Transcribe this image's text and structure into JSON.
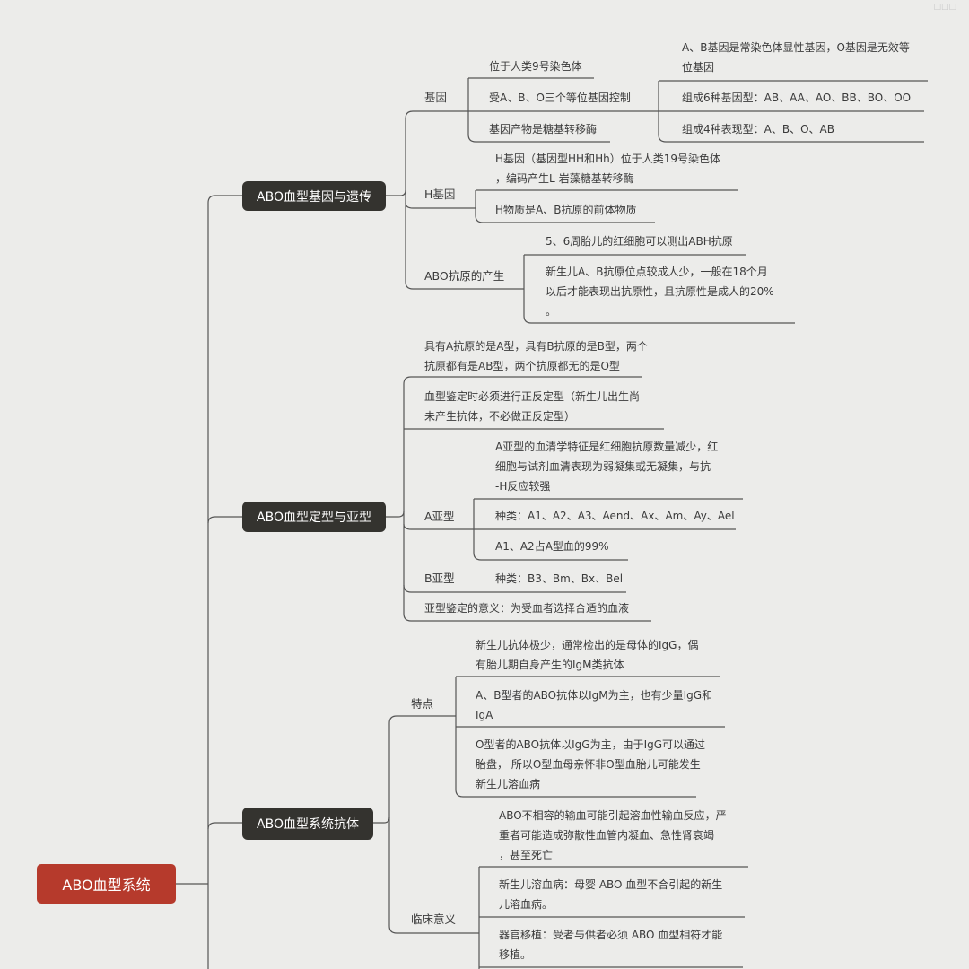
{
  "watermark": "□□□",
  "root": {
    "label": "ABO血型系统"
  },
  "branches": {
    "genetics": {
      "label": "ABO血型基因与遗传",
      "gene": {
        "label": "基因",
        "items": [
          "位于人类9号染色体",
          "受A、B、O三个等位基因控制",
          "基因产物是糖基转移酶"
        ],
        "sub": [
          "A、B基因是常染色体显性基因，O基因是无效等\n位基因",
          "组成6种基因型：AB、AA、AO、BB、BO、OO",
          "组成4种表现型：A、B、O、AB"
        ]
      },
      "h_gene": {
        "label": "H基因",
        "items": [
          "H基因（基因型HH和Hh）位于人类19号染色体\n，编码产生L-岩藻糖基转移酶",
          "H物质是A、B抗原的前体物质"
        ]
      },
      "antigen": {
        "label": "ABO抗原的产生",
        "items": [
          "5、6周胎儿的红细胞可以测出ABH抗原",
          "新生儿A、B抗原位点较成人少，一般在18个月\n以后才能表现出抗原性，且抗原性是成人的20%\n。"
        ]
      }
    },
    "typing": {
      "label": "ABO血型定型与亚型",
      "items": [
        "具有A抗原的是A型，具有B抗原的是B型，两个\n抗原都有是AB型，两个抗原都无的是O型",
        "血型鉴定时必须进行正反定型（新生儿出生尚\n未产生抗体，不必做正反定型）",
        "亚型鉴定的意义：为受血者选择合适的血液"
      ],
      "a_sub": {
        "label": "A亚型",
        "items": [
          "A亚型的血清学特征是红细胞抗原数量减少，红\n细胞与试剂血清表现为弱凝集或无凝集，与抗\n-H反应较强",
          "种类：A1、A2、A3、Aend、Ax、Am、Ay、Ael",
          "A1、A2占A型血的99%"
        ]
      },
      "b_sub": {
        "label": "B亚型",
        "items": [
          "种类：B3、Bm、Bx、Bel"
        ]
      }
    },
    "antibody": {
      "label": "ABO血型系统抗体",
      "features": {
        "label": "特点",
        "items": [
          "新生儿抗体极少，通常检出的是母体的IgG，偶\n有胎儿期自身产生的IgM类抗体",
          "A、B型者的ABO抗体以IgM为主，也有少量IgG和\nIgA",
          "O型者的ABO抗体以IgG为主，由于IgG可以通过\n胎盘， 所以O型血母亲怀非O型血胎儿可能发生\n新生儿溶血病"
        ]
      },
      "clinical": {
        "label": "临床意义",
        "items": [
          "ABO不相容的输血可能引起溶血性输血反应，严\n重者可能造成弥散性血管内凝血、急性肾衰竭\n，甚至死亡",
          "新生儿溶血病：母婴 ABO 血型不合引起的新生\n儿溶血病。",
          "器官移植：受者与供者必须 ABO 血型相符才能\n移植。"
        ]
      }
    }
  }
}
